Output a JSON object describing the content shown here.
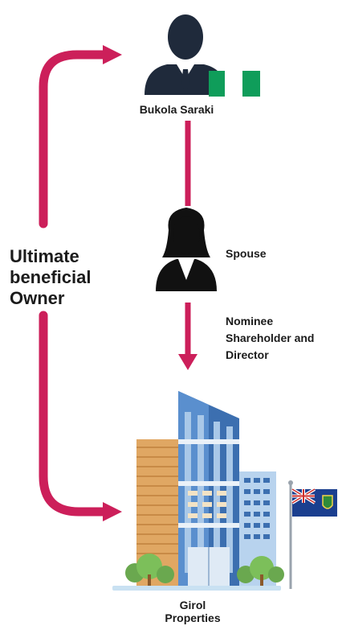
{
  "colors": {
    "arrow": "#cc1f5a",
    "silhouette": "#1f2a3b",
    "nigeria_green": "#0f9d5a",
    "bvi_blue": "#1b3f8f"
  },
  "labels": {
    "person_name": "Bukola Saraki",
    "spouse": "Spouse",
    "nominee": "Nominee\nShareholder and\nDirector",
    "ultimate_beneficial_owner": "Ultimate\nbeneficial\nOwner",
    "company": "Girol\nProperties"
  },
  "icons": {
    "person": "businessman-icon",
    "spouse": "woman-icon",
    "company": "office-building-icon",
    "person_flag": "nigeria-flag-icon",
    "company_flag": "british-virgin-islands-flag-icon"
  }
}
